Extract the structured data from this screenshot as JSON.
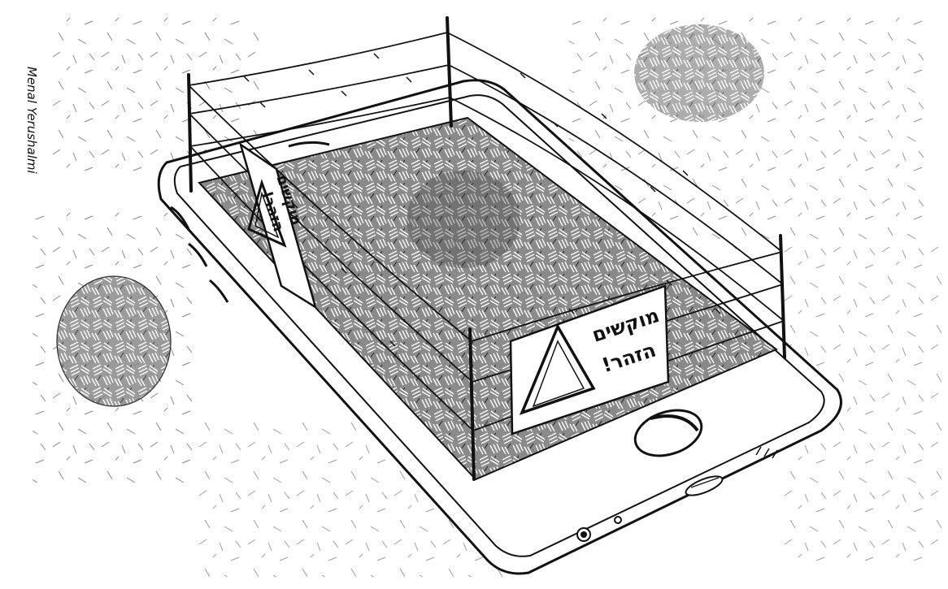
{
  "signature": {
    "text": "Menal Yerushalmi"
  },
  "sign_left": {
    "line1": "מוקשים",
    "line2": "הזהר!"
  },
  "sign_right": {
    "line1": "מוקשים",
    "line2": "הזהר!"
  },
  "palette": {
    "ink": "#111111",
    "paper": "#ffffff",
    "grass": "#6e6e6e"
  }
}
